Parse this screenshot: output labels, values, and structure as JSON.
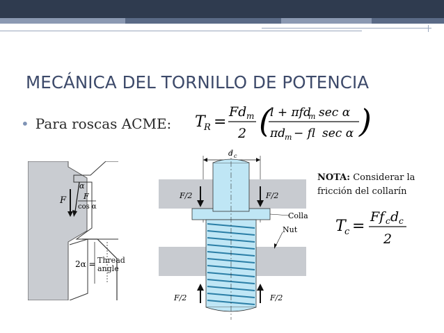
{
  "slide": {
    "title": "MECÁNICA DEL TORNILLO DE POTENCIA",
    "bullet": "Para roscas ACME:",
    "note_label": "NOTA:",
    "note_text": "Considerar la fricción del collarín"
  },
  "figure_labels": {
    "alpha": "α",
    "F": "F",
    "F_over_cos_num": "F",
    "F_over_cos_den": "cos α",
    "two_alpha": "2α =",
    "thread_angle_1": "Thread",
    "thread_angle_2": "angle",
    "dc": "d",
    "dc_sub": "c",
    "F2_top_left": "F/2",
    "F2_top_right": "F/2",
    "F2_bot_left": "F/2",
    "F2_bot_right": "F/2",
    "collar": "Collar",
    "nut": "Nut"
  },
  "colors": {
    "topbar": "#2f3b4f",
    "title": "#3d4a6a",
    "bullet_dot": "#7f93b5",
    "plate_gray": "#c8cbd0",
    "screw_blue": "#bfe6f5"
  }
}
